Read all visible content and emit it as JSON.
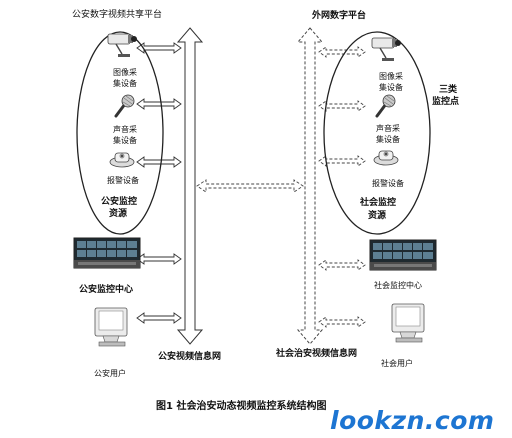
{
  "labels": {
    "left_platform": "公安数字视频共享平台",
    "right_platform": "外网数字平台",
    "left_camera": [
      "图像采",
      "集设备"
    ],
    "right_camera": [
      "图像采",
      "集设备"
    ],
    "left_mic": [
      "声音采",
      "集设备"
    ],
    "right_mic": [
      "声音采",
      "集设备"
    ],
    "left_alarm": "报警设备",
    "right_alarm": "报警设备",
    "left_resources": [
      "公安监控",
      "资源"
    ],
    "right_resources": [
      "社会监控",
      "资源"
    ],
    "left_center": "公安监控中心",
    "right_center": "社会监控中心",
    "left_user": "公安用户",
    "right_user": "社会用户",
    "left_network": "公安视频信息网",
    "right_network": "社会治安视频信息网",
    "annotation": [
      "三类",
      "监控点"
    ],
    "caption": "图1 社会治安动态视频监控系统结构图",
    "watermark": "lookzn.com"
  },
  "icons": {
    "camera": "cctv-camera-icon",
    "microphone": "microphone-icon",
    "alarm": "alarm-detector-icon",
    "monitor_center": "video-wall-icon",
    "user": "crt-monitor-icon"
  },
  "colors": {
    "line": "#333333",
    "dashed_arrow": "#555555",
    "watermark": "#1d75d2"
  }
}
